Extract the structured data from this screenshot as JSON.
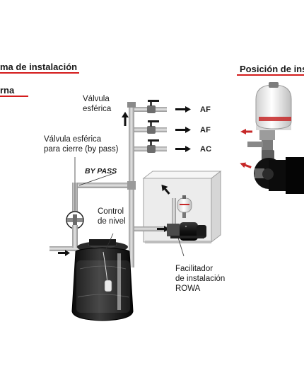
{
  "headings": {
    "left_title": "ma de instalación",
    "left_sub": "rna",
    "right_title": "Posición de inst"
  },
  "labels": {
    "valvula_esferica": [
      "Válvula",
      "esférica"
    ],
    "valvula_bypass": [
      "Válvula esférica",
      "para cierre (by pass)"
    ],
    "by_pass": "BY PASS",
    "control_nivel": [
      "Control",
      "de nivel"
    ],
    "facilitador": [
      "Facilitador",
      "de instalación",
      "ROWA"
    ]
  },
  "outlets": [
    "AF",
    "AF",
    "AC"
  ],
  "colors": {
    "accent": "#d41c1c",
    "pipe": "#bdbdbd",
    "tank": "#1e1e1e"
  }
}
